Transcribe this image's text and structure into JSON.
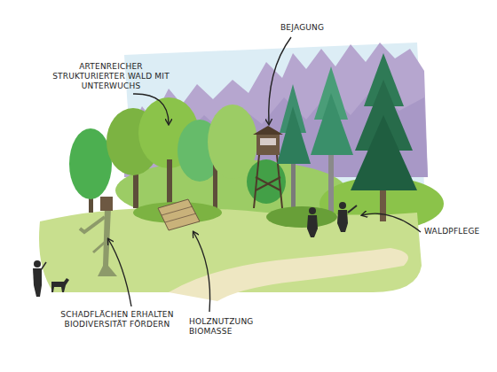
{
  "diagram": {
    "labels": [
      "ARTENREICHER STRUKTURIERTER WALD MIT UNTERWUCHS",
      "BEJAGUNG",
      "WALDPFLEGE",
      "SCHADFLÄCHEN ERHALTEN BIODIVERSITÄT FÖRDERN",
      "HOLZNUTZUNG BIOMASSE"
    ]
  }
}
